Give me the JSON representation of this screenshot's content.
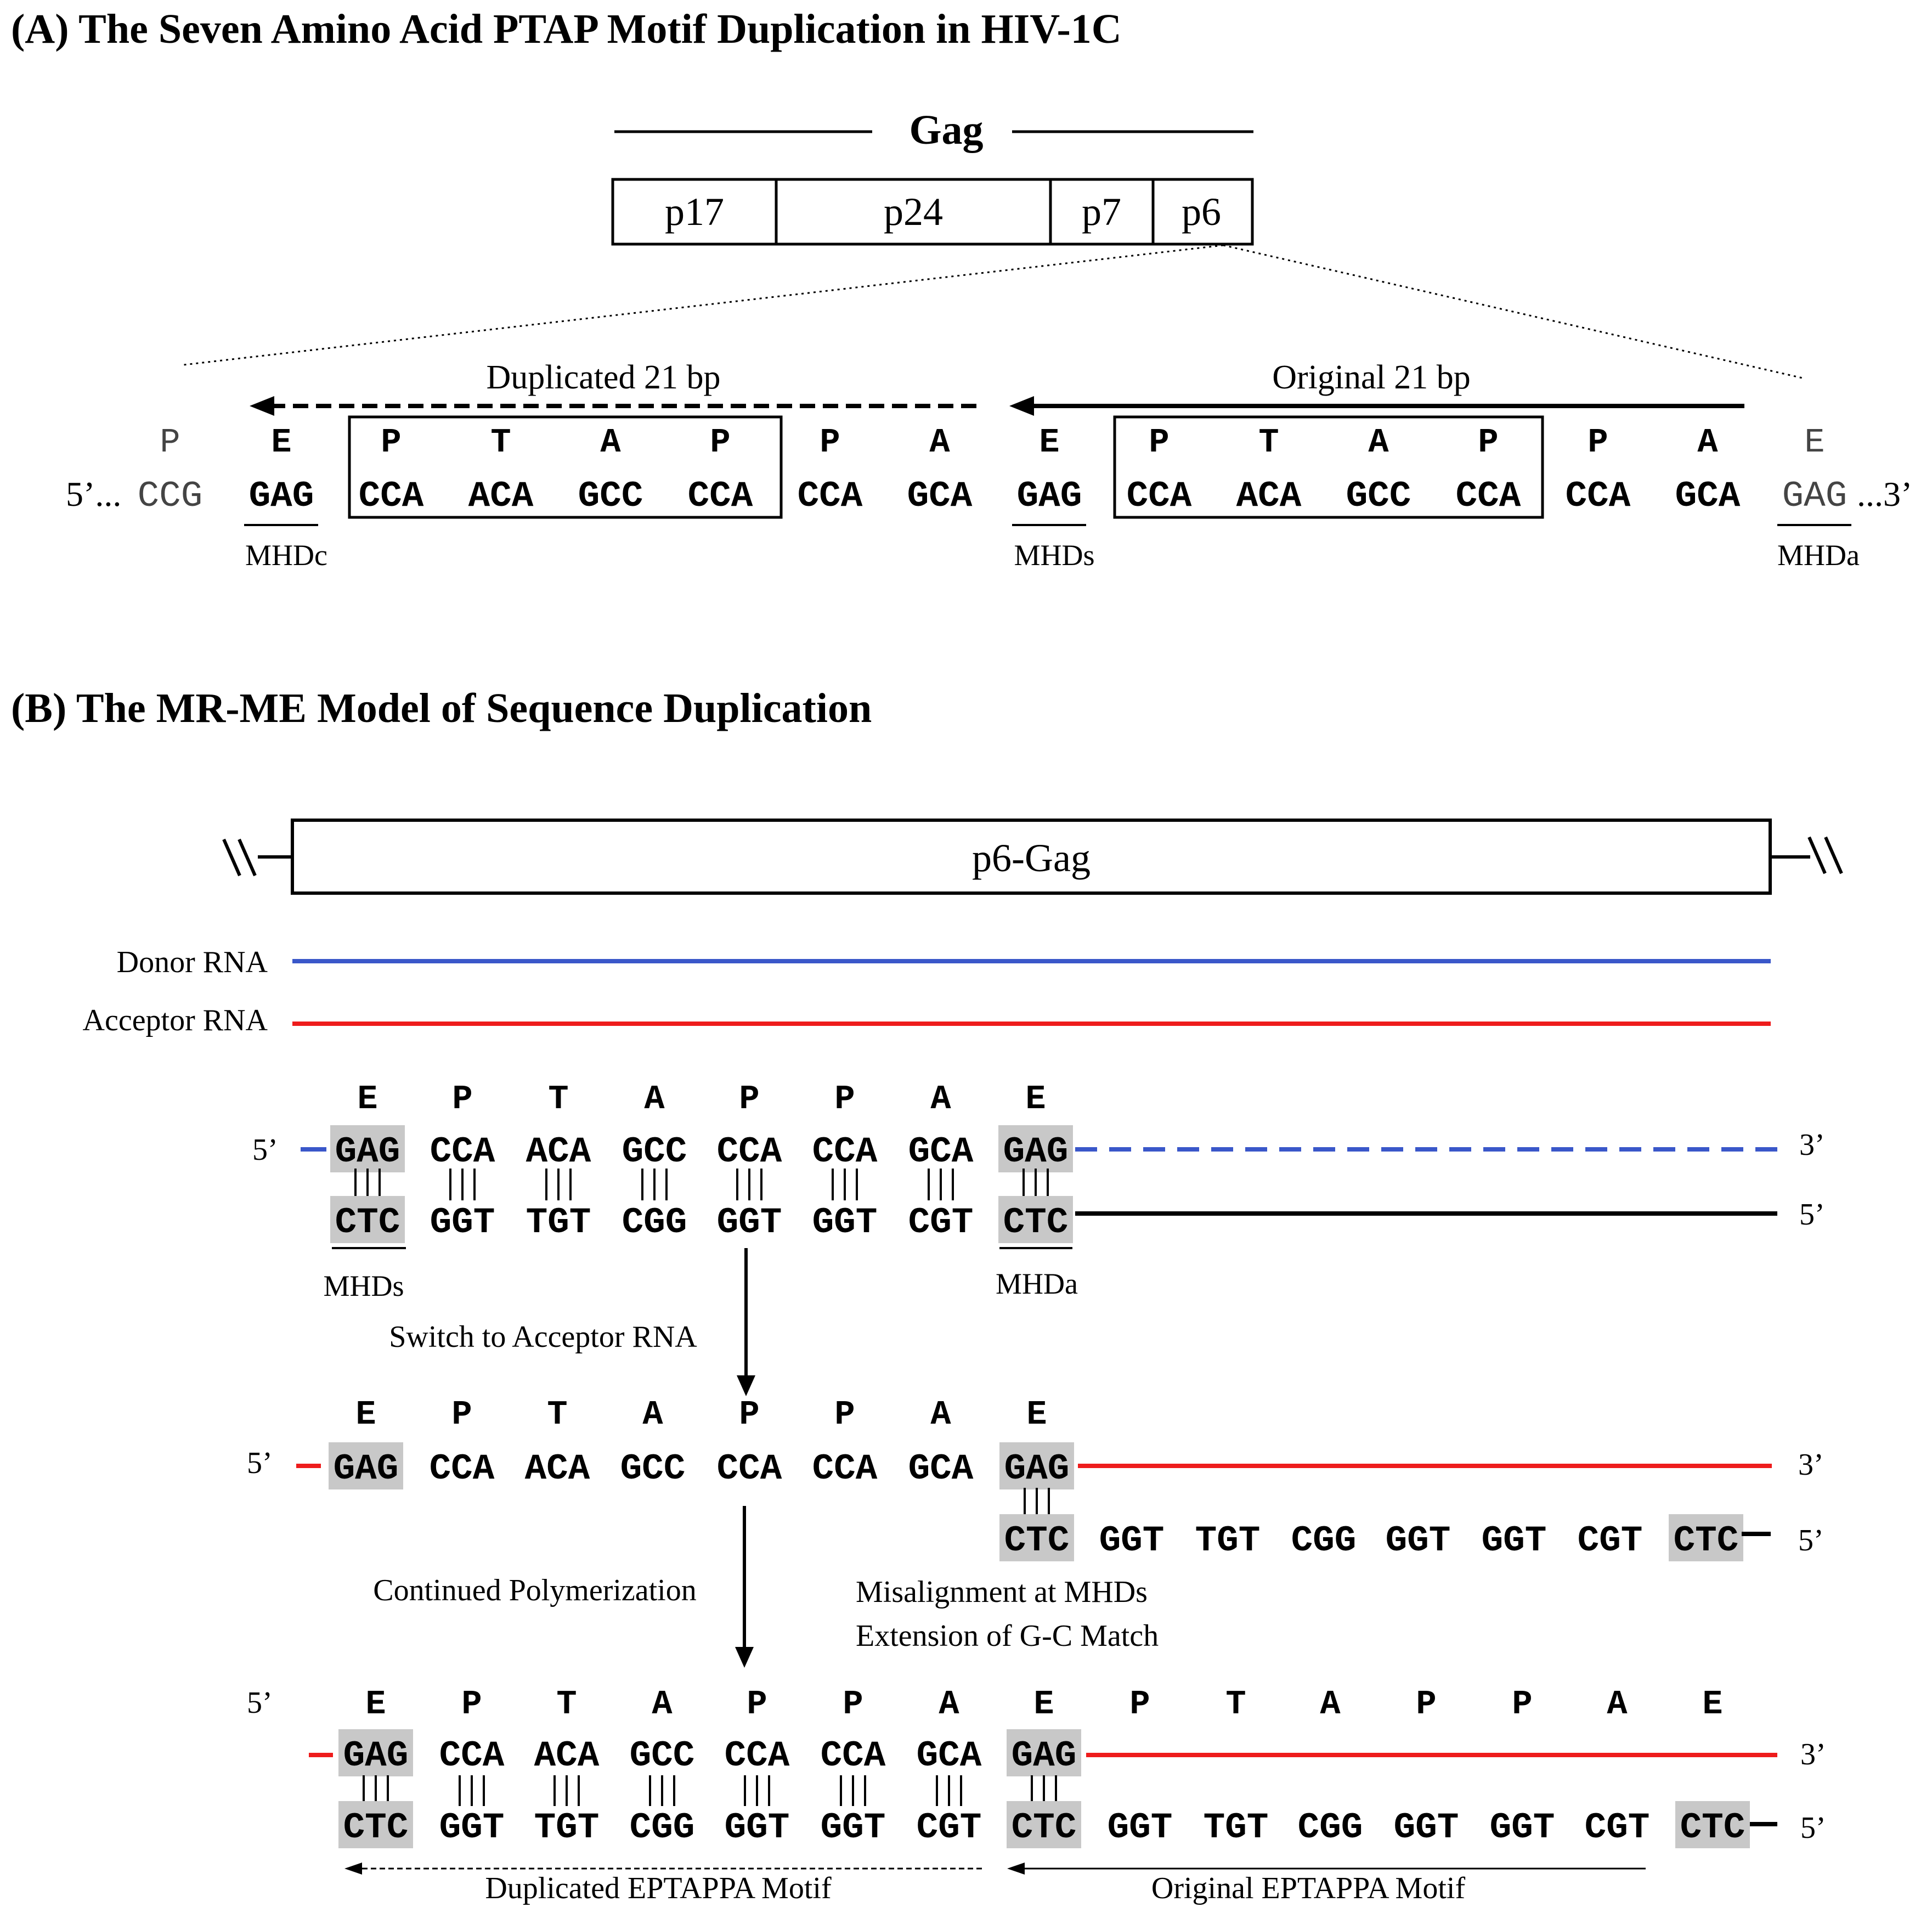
{
  "panelA": {
    "title": "(A) The Seven Amino Acid PTAP Motif Duplication in HIV-1C",
    "gag_label": "Gag",
    "domains": [
      "p17",
      "p24",
      "p7",
      "p6"
    ],
    "duplicated_label": "Duplicated 21 bp",
    "original_label": "Original 21 bp",
    "aa_row": [
      "P",
      "E",
      "P",
      "T",
      "A",
      "P",
      "P",
      "A",
      "E",
      "P",
      "T",
      "A",
      "P",
      "P",
      "A",
      "E"
    ],
    "codon_row": [
      "CCG",
      "GAG",
      "CCA",
      "ACA",
      "GCC",
      "CCA",
      "CCA",
      "GCA",
      "GAG",
      "CCA",
      "ACA",
      "GCC",
      "CCA",
      "CCA",
      "GCA",
      "GAG"
    ],
    "end5": "5’...",
    "end3": "...3’",
    "mhd_labels": [
      "MHDc",
      "MHDs",
      "MHDa"
    ]
  },
  "panelB": {
    "title": "(B) The MR-ME Model of Sequence Duplication",
    "p6_label": "p6-Gag",
    "donor_label": "Donor RNA",
    "acceptor_label": "Acceptor RNA",
    "end5": "5’",
    "end3": "3’",
    "aa_row": [
      "E",
      "P",
      "T",
      "A",
      "P",
      "P",
      "A",
      "E"
    ],
    "aa_row_long": [
      "E",
      "P",
      "T",
      "A",
      "P",
      "P",
      "A",
      "E",
      "P",
      "T",
      "A",
      "P",
      "P",
      "A",
      "E"
    ],
    "top_codons": [
      "GAG",
      "CCA",
      "ACA",
      "GCC",
      "CCA",
      "CCA",
      "GCA",
      "GAG"
    ],
    "bottom_codons": [
      "CTC",
      "GGT",
      "TGT",
      "CGG",
      "GGT",
      "GGT",
      "CGT",
      "CTC"
    ],
    "mhd_labels": [
      "MHDs",
      "MHDa"
    ],
    "switch_label": "Switch to Acceptor RNA",
    "continued_label": "Continued Polymerization",
    "misalign_label": "Misalignment at MHDs",
    "extension_label": "Extension of G-C Match",
    "dup_motif_label": "Duplicated EPTAPPA Motif",
    "orig_motif_label": "Original EPTAPPA Motif",
    "colors": {
      "donor": "#3a57c9",
      "acceptor": "#ee1c1c",
      "highlight": "#c8c8c8",
      "ink": "#000000"
    }
  }
}
